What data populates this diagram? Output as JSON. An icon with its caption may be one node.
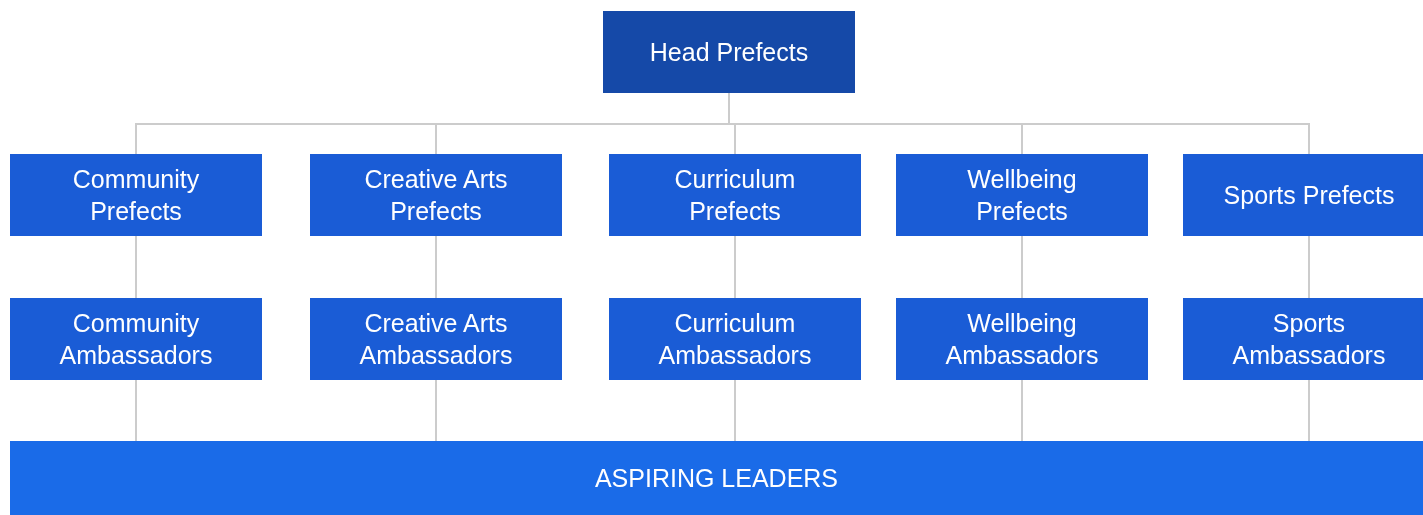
{
  "diagram": {
    "nodes": [
      {
        "text": [
          "Head Prefects"
        ]
      },
      {
        "text": [
          "Community Prefects"
        ]
      },
      {
        "text": [
          "Creative Arts Prefects"
        ]
      },
      {
        "text": [
          "Curriculum Prefects"
        ]
      },
      {
        "text": [
          "Wellbeing Prefects"
        ]
      },
      {
        "text": [
          "Sports Prefects"
        ]
      },
      {
        "text": [
          "Community Ambassadors"
        ]
      },
      {
        "text": [
          "Creative Arts Ambassadors"
        ]
      },
      {
        "text": [
          "Curriculum Ambassadors"
        ]
      },
      {
        "text": [
          "Wellbeing Ambassadors"
        ]
      },
      {
        "text": [
          "Sports Ambassadors"
        ]
      },
      {
        "text": [
          "ASPIRING LEADERS"
        ]
      }
    ],
    "edges": [
      {
        "from": 0,
        "to": 1,
        "arrow": "none"
      },
      {
        "from": 0,
        "to": 2,
        "arrow": "none"
      },
      {
        "from": 0,
        "to": 3,
        "arrow": "none"
      },
      {
        "from": 0,
        "to": 4,
        "arrow": "none"
      },
      {
        "from": 0,
        "to": 5,
        "arrow": "none"
      },
      {
        "from": 1,
        "to": 6,
        "arrow": "none"
      },
      {
        "from": 2,
        "to": 7,
        "arrow": "none"
      },
      {
        "from": 3,
        "to": 8,
        "arrow": "none"
      },
      {
        "from": 4,
        "to": 9,
        "arrow": "none"
      },
      {
        "from": 5,
        "to": 10,
        "arrow": "none"
      },
      {
        "from": 6,
        "to": 11,
        "arrow": "none"
      },
      {
        "from": 7,
        "to": 11,
        "arrow": "none"
      },
      {
        "from": 8,
        "to": 11,
        "arrow": "none"
      },
      {
        "from": 9,
        "to": 11,
        "arrow": "none"
      },
      {
        "from": 10,
        "to": 11,
        "arrow": "none"
      }
    ]
  }
}
